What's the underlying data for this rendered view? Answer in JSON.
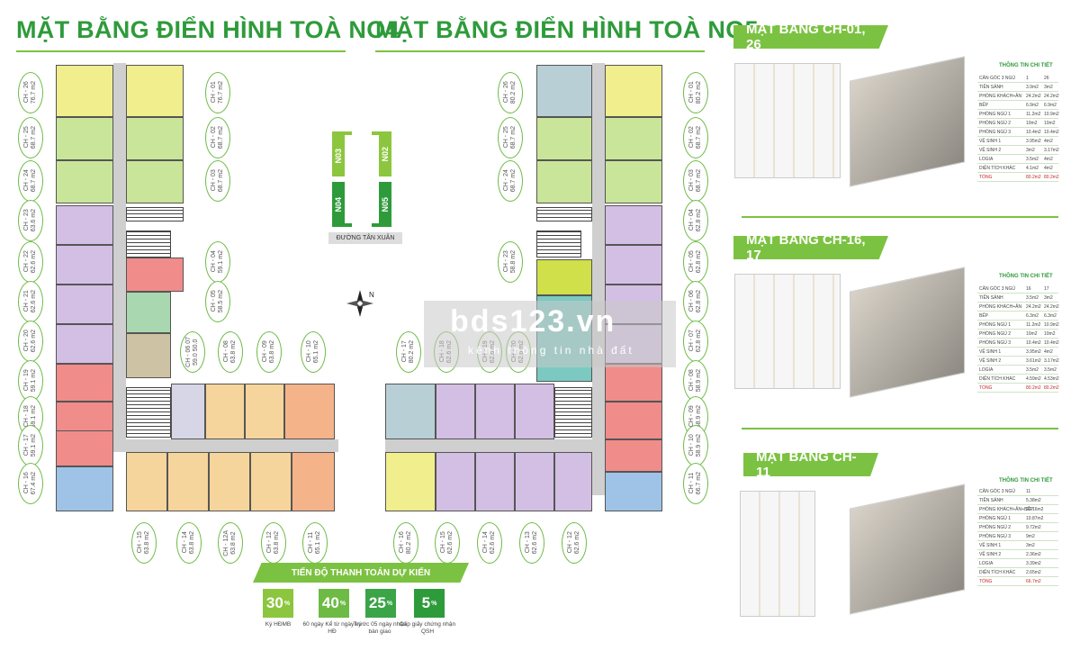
{
  "titles": {
    "n04": "MẶT BẰNG ĐIỂN HÌNH TOÀ NO4",
    "n05": "MẶT BẰNG ĐIỂN HÌNH TOÀ NO5"
  },
  "site_key": {
    "n03": "N03",
    "n02": "N02",
    "n04": "N04",
    "n05": "N05",
    "road": "ĐƯỜNG TÂN XUÂN"
  },
  "compass_label": "N",
  "n04_units": [
    {
      "code": "CH - 26",
      "area": "76.7 m2"
    },
    {
      "code": "CH - 25",
      "area": "68.7 m2"
    },
    {
      "code": "CH - 24",
      "area": "68.7 m2"
    },
    {
      "code": "CH - 23",
      "area": "63.6 m2"
    },
    {
      "code": "CH - 22",
      "area": "62.6 m2"
    },
    {
      "code": "CH - 21",
      "area": "62.6 m2"
    },
    {
      "code": "CH - 20",
      "area": "62.6 m2"
    },
    {
      "code": "CH - 19",
      "area": "59.1 m2"
    },
    {
      "code": "CH - 18",
      "area": "59.1 m2"
    },
    {
      "code": "CH - 17",
      "area": "59.1 m2"
    },
    {
      "code": "CH - 16",
      "area": "67.4 m2"
    },
    {
      "code": "CH - 01",
      "area": "76.7 m2"
    },
    {
      "code": "CH - 02",
      "area": "68.7 m2"
    },
    {
      "code": "CH - 03",
      "area": "68.7 m2"
    },
    {
      "code": "CH - 04",
      "area": "59.1 m2"
    },
    {
      "code": "CH - 05",
      "area": "58.5 m2"
    },
    {
      "code": "CH - 06 07",
      "area": "59.0 50.0"
    },
    {
      "code": "CH - 08",
      "area": "63.8 m2"
    },
    {
      "code": "CH - 09",
      "area": "63.8 m2"
    },
    {
      "code": "CH - 10",
      "area": "65.1 m2"
    },
    {
      "code": "CH - 15",
      "area": "63.8 m2"
    },
    {
      "code": "CH - 14",
      "area": "63.8 m2"
    },
    {
      "code": "CH - 12A",
      "area": "63.8 m2"
    },
    {
      "code": "CH - 12",
      "area": "63.8 m2"
    },
    {
      "code": "CH - 11",
      "area": "65.1 m2"
    }
  ],
  "n05_units": [
    {
      "code": "CH - 26",
      "area": "80.2 m2"
    },
    {
      "code": "CH - 25",
      "area": "68.7 m2"
    },
    {
      "code": "CH - 24",
      "area": "68.7 m2"
    },
    {
      "code": "CH - 23",
      "area": "58.8 m2"
    },
    {
      "code": "CH - 17",
      "area": "80.2 m2"
    },
    {
      "code": "CH - 18",
      "area": "62.6 m2"
    },
    {
      "code": "CH - 19",
      "area": "62.6 m2"
    },
    {
      "code": "CH - 20",
      "area": "62.6 m2"
    },
    {
      "code": "CH - 01",
      "area": "80.2 m2"
    },
    {
      "code": "CH - 02",
      "area": "68.7 m2"
    },
    {
      "code": "CH - 03",
      "area": "68.7 m2"
    },
    {
      "code": "CH - 04",
      "area": "62.8 m2"
    },
    {
      "code": "CH - 05",
      "area": "62.8 m2"
    },
    {
      "code": "CH - 06",
      "area": "62.8 m2"
    },
    {
      "code": "CH - 07",
      "area": "62.8 m2"
    },
    {
      "code": "CH - 08",
      "area": "58.9 m2"
    },
    {
      "code": "CH - 09",
      "area": "58.9 m2"
    },
    {
      "code": "CH - 10",
      "area": "58.9 m2"
    },
    {
      "code": "CH - 11",
      "area": "66.7 m2"
    },
    {
      "code": "CH - 16",
      "area": "80.2 m2"
    },
    {
      "code": "CH - 15",
      "area": "62.6 m2"
    },
    {
      "code": "CH - 14",
      "area": "62.6 m2"
    },
    {
      "code": "CH - 13",
      "area": "62.6 m2"
    },
    {
      "code": "CH - 12",
      "area": "62.6 m2"
    }
  ],
  "payment": {
    "title": "TIẾN ĐỘ THANH TOÁN DỰ KIẾN",
    "steps": [
      {
        "value": "30",
        "unit": "%",
        "caption": "Ký HĐMB",
        "color": "#8cc63f"
      },
      {
        "value": "40",
        "unit": "%",
        "caption": "60 ngày Kể từ ngày ký HĐ",
        "color": "#6dbb45"
      },
      {
        "value": "25",
        "unit": "%",
        "caption": "Trước 05 ngày nhận bàn giao",
        "color": "#3aa447"
      },
      {
        "value": "5",
        "unit": "%",
        "caption": "Cấp giấy chứng nhận QSH",
        "color": "#2e9b3a"
      }
    ]
  },
  "side_plans": [
    {
      "banner": "MẶT BẰNG CH-01, 26",
      "info_title": "THÔNG TIN CHI TIẾT",
      "cols": [
        "CĂN GÓC 3 NGỦ",
        "1",
        "26"
      ],
      "rows": [
        [
          "TIỀN SẢNH",
          "3.9m2",
          "3m2"
        ],
        [
          "PHÒNG KHÁCH+ĂN",
          "24.2m2",
          "24.2m2"
        ],
        [
          "BẾP",
          "6.9m2",
          "6.9m2"
        ],
        [
          "PHÒNG NGỦ 1",
          "11.2m2",
          "10.9m2"
        ],
        [
          "PHÒNG NGỦ 2",
          "10m2",
          "10m2"
        ],
        [
          "PHÒNG NGỦ 3",
          "10.4m2",
          "10.4m2"
        ],
        [
          "VỆ SINH 1",
          "3.95m2",
          "4m2"
        ],
        [
          "VỆ SINH 2",
          "3m2",
          "3.17m2"
        ],
        [
          "LOGIA",
          "3.5m2",
          "4m2"
        ],
        [
          "DIỆN TÍCH KHÁC",
          "4.1m2",
          "4m2"
        ],
        [
          "TỔNG",
          "80.2m2",
          "80.2m2"
        ]
      ]
    },
    {
      "banner": "MẶT BẰNG CH-16, 17",
      "info_title": "THÔNG TIN CHI TIẾT",
      "cols": [
        "CĂN GÓC 3 NGỦ",
        "16",
        "17"
      ],
      "rows": [
        [
          "TIỀN SẢNH",
          "3.5m2",
          "3m2"
        ],
        [
          "PHÒNG KHÁCH+ĂN",
          "24.2m2",
          "24.2m2"
        ],
        [
          "BẾP",
          "6.3m2",
          "6.3m2"
        ],
        [
          "PHÒNG NGỦ 1",
          "11.2m2",
          "10.9m2"
        ],
        [
          "PHÒNG NGỦ 2",
          "10m2",
          "10m2"
        ],
        [
          "PHÒNG NGỦ 3",
          "10.4m2",
          "10.4m2"
        ],
        [
          "VỆ SINH 1",
          "3.95m2",
          "4m2"
        ],
        [
          "VỆ SINH 2",
          "3.61m2",
          "3.17m2"
        ],
        [
          "LOGIA",
          "3.5m2",
          "3.5m2"
        ],
        [
          "DIỆN TÍCH KHÁC",
          "4.59m2",
          "4.53m2"
        ],
        [
          "TỔNG",
          "80.2m2",
          "80.2m2"
        ]
      ]
    },
    {
      "banner": "MẶT BẰNG CH-11",
      "info_title": "THÔNG TIN CHI TIẾT",
      "cols": [
        "CĂN GÓC 3 NGỦ",
        "11"
      ],
      "rows": [
        [
          "TIỀN SẢNH",
          "5.38m2"
        ],
        [
          "PHÒNG KHÁCH+ĂN+BẾP",
          "20.16m2"
        ],
        [
          "PHÒNG NGỦ 1",
          "10.87m2"
        ],
        [
          "PHÒNG NGỦ 2",
          "9.72m2"
        ],
        [
          "PHÒNG NGỦ 3",
          "9m2"
        ],
        [
          "VỆ SINH 1",
          "3m2"
        ],
        [
          "VỆ SINH 2",
          "2.36m2"
        ],
        [
          "LOGIA",
          "3.39m2"
        ],
        [
          "DIỆN TÍCH KHÁC",
          "2.65m2"
        ],
        [
          "TỔNG",
          "66.7m2"
        ]
      ]
    }
  ],
  "watermark": {
    "text": "bds123.vn",
    "sub": "kênh thông tin nhà đất"
  },
  "colors": {
    "green": "#2e9b3a",
    "light_green": "#7cc242",
    "red": "#c7272c"
  }
}
